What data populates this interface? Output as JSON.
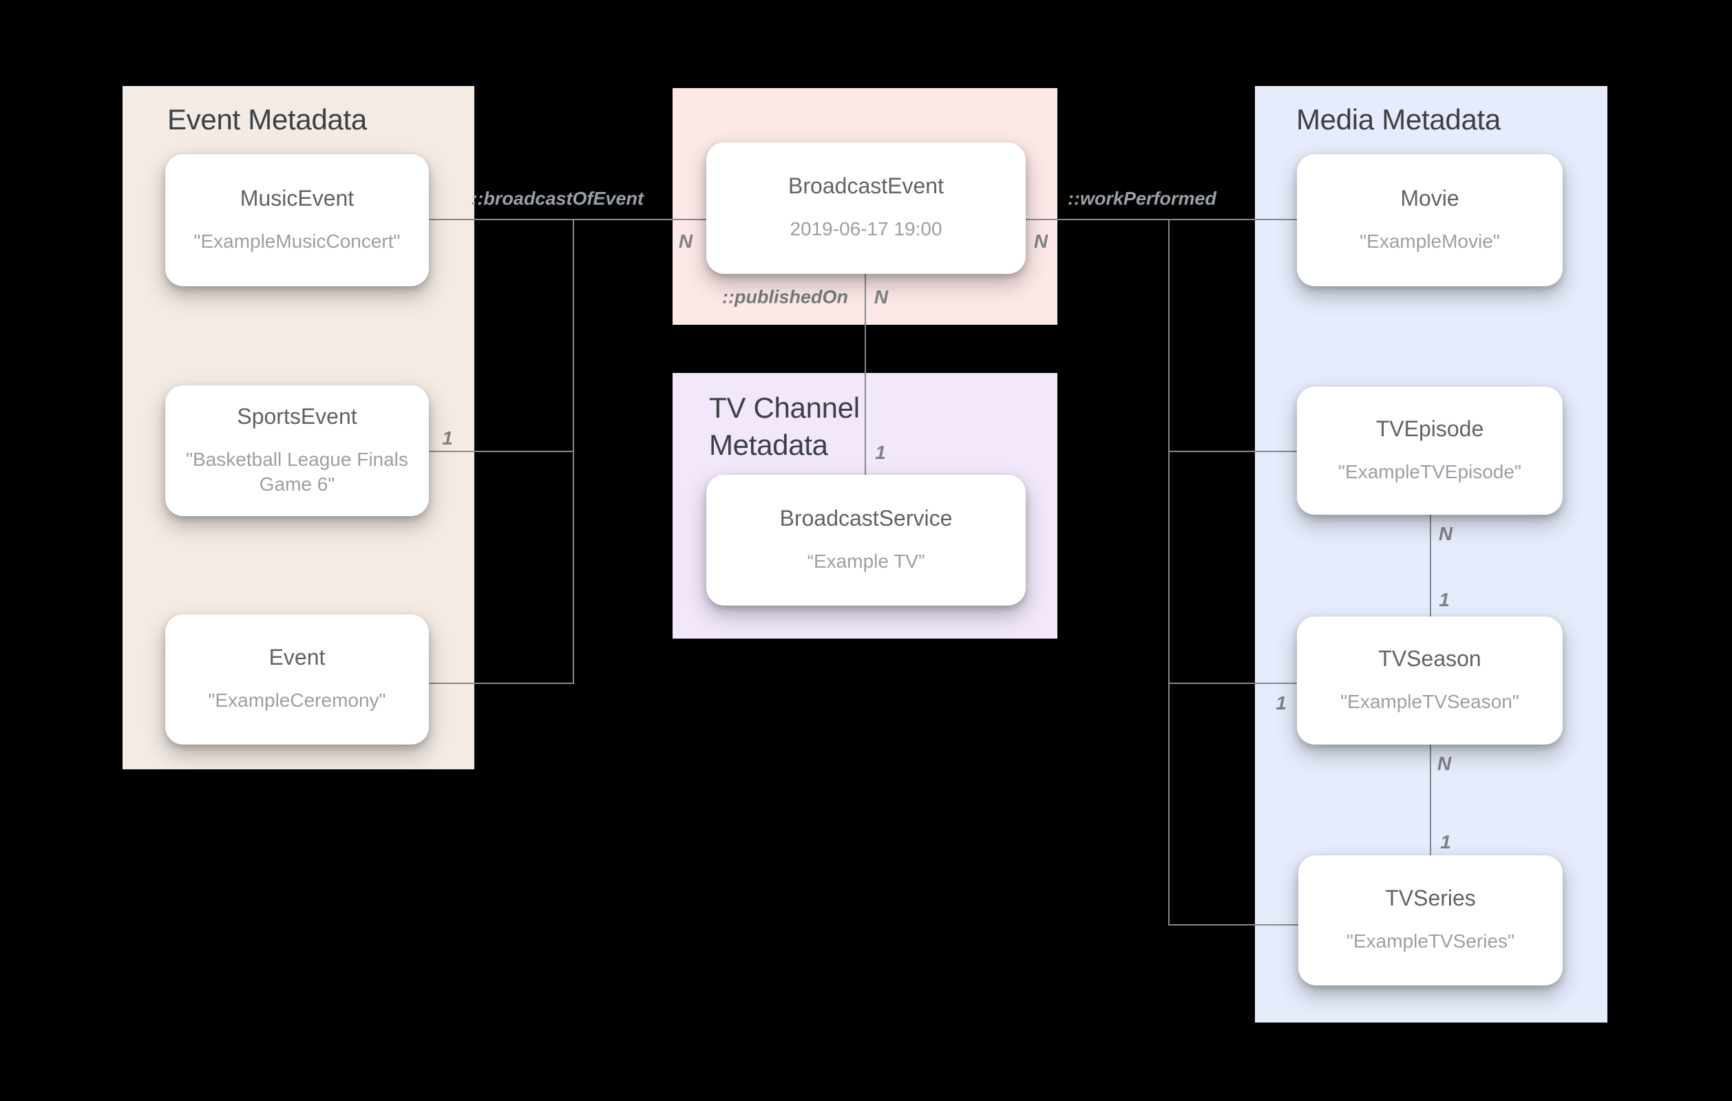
{
  "diagram": {
    "background_color": "#000000",
    "connector_color": "#85898c",
    "panels": {
      "event": {
        "title": "Event Metadata",
        "color": "#f3ebe4"
      },
      "broadcast": {
        "color": "#fce8e6"
      },
      "tv_channel": {
        "title": "TV Channel\nMetadata",
        "color": "#f2e7fb"
      },
      "media": {
        "title": "Media Metadata",
        "color": "#e6ecfb"
      }
    },
    "entities": {
      "music_event": {
        "title": "MusicEvent",
        "subtitle": "\"ExampleMusicConcert\""
      },
      "sports_event": {
        "title": "SportsEvent",
        "subtitle": "\"Basketball League Finals Game 6\""
      },
      "event": {
        "title": "Event",
        "subtitle": "\"ExampleCeremony\""
      },
      "broadcast_event": {
        "title": "BroadcastEvent",
        "subtitle": "2019-06-17 19:00"
      },
      "broadcast_service": {
        "title": "BroadcastService",
        "subtitle": "“Example TV”"
      },
      "movie": {
        "title": "Movie",
        "subtitle": "\"ExampleMovie\""
      },
      "tv_episode": {
        "title": "TVEpisode",
        "subtitle": "\"ExampleTVEpisode\""
      },
      "tv_season": {
        "title": "TVSeason",
        "subtitle": "\"ExampleTVSeason\""
      },
      "tv_series": {
        "title": "TVSeries",
        "subtitle": "\"ExampleTVSeries\""
      }
    },
    "relations": {
      "broadcast_of_event": "::broadcastOfEvent",
      "published_on": "::publishedOn",
      "work_performed": "::workPerformed"
    },
    "cardinalities": {
      "broadcast_event_left_n": "N",
      "broadcast_event_right_n": "N",
      "published_on_n": "N",
      "published_on_one": "1",
      "sports_event_one": "1",
      "tv_season_left_one": "1",
      "episode_season_n": "N",
      "episode_season_one": "1",
      "season_series_n": "N",
      "season_series_one": "1"
    }
  }
}
